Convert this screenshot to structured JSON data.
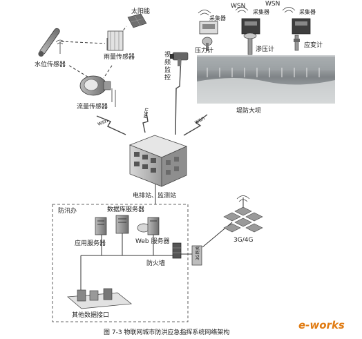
{
  "labels": {
    "solar": "太阳能",
    "water_level_sensor": "水位传感器",
    "rain_sensor": "雨量传感器",
    "flow_sensor": "流量传感器",
    "video_1": "视",
    "video_2": "频",
    "video_3": "监",
    "video_4": "控",
    "wsn_top_left": "WSN",
    "wsn_top_right": "WSN",
    "collector_1": "采集器",
    "collector_2": "采集器",
    "collector_3": "采集器",
    "pressure_gauge": "压力计",
    "seepage_gauge": "渗压计",
    "strain_gauge": "应变计",
    "dam": "堤防大坝",
    "wsn_left": "wsn",
    "wsn_mid": "wsn",
    "wsn_right": "wsn",
    "station": "电排站、监测站",
    "flood_office": "防汛办",
    "db_server": "数据库服务器",
    "app_server": "应用服务器",
    "web_server": "Web 服务器",
    "firewall": "防火墙",
    "gateway": "3G网关",
    "network": "3G/4G",
    "data_interface": "其他数据接口",
    "caption": "图 7-3   物联网城市防洪应急指挥系统网络架构",
    "logo": "e-works"
  },
  "colors": {
    "line": "#333333",
    "device_dark": "#555555",
    "device_light": "#cfcfcf",
    "dam_water": "#8a8f93",
    "logo_orange": "#e07b12"
  }
}
